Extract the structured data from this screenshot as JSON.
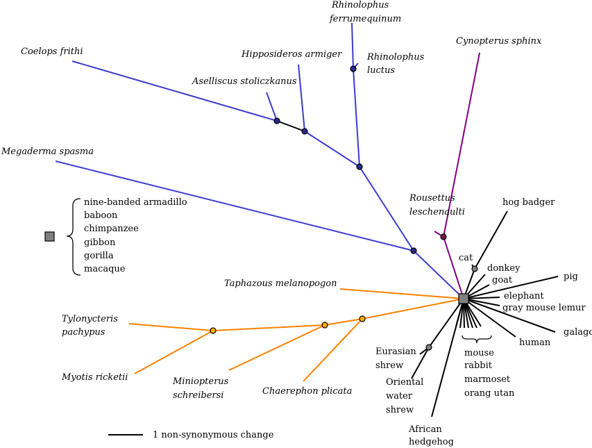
{
  "colors": {
    "blue": "#3b3bd0",
    "purple": "#800080",
    "orange": "#ff8000",
    "black": "#000000",
    "grey": "#808080",
    "node_blue_fill": "#2a2a8a",
    "node_orange_fill": "#ffb000",
    "node_purple_fill": "#7a1a4a"
  },
  "taxa": {
    "rhinolophus_ferrumequinum": [
      "Rhinolophus",
      "ferrumequinum"
    ],
    "rhinolophus_luctus": [
      "Rhinolophus",
      "luctus"
    ],
    "cynopterus_sphinx": "Cynopterus sphinx",
    "coelops_frithi": "Coelops frithi",
    "hipposideros_armiger": "Hipposideros armiger",
    "aselliscus_stoliczkanus": "Aselliscus stoliczkanus",
    "megaderma_spasma": "Megaderma spasma",
    "rousettus_leschenaulti": [
      "Rousettus",
      "leschenaulti"
    ],
    "taphazous_melanopogon": "Taphazous melanopogon",
    "tylonycteris_pachypus": [
      "Tylonycteris",
      "pachypus"
    ],
    "myotis_ricketii": "Myotis ricketii",
    "miniopterus_schreibersi": [
      "Miniopterus",
      "schreibersi"
    ],
    "chaerephon_plicata": "Chaerephon plicata"
  },
  "mammals": {
    "hog_badger": "hog badger",
    "cat": "cat",
    "donkey": "donkey",
    "goat": "goat",
    "pig": "pig",
    "elephant": "elephant",
    "gray_mouse_lemur": "gray mouse lemur",
    "galago": "galago",
    "human": "human",
    "eurasian_shrew": [
      "Eurasian",
      "shrew"
    ],
    "oriental_water_shrew": [
      "Oriental",
      "water",
      "shrew"
    ],
    "african_hedgehog": [
      "African",
      "hedgehog"
    ],
    "grouped_below": [
      "mouse",
      "rabbit",
      "marmoset",
      "orang utan"
    ]
  },
  "bracket_group": [
    "nine-banded armadillo",
    "baboon",
    "chimpanzee",
    "gibbon",
    "gorilla",
    "macaque"
  ],
  "scale_label": "1 non-synonymous change"
}
